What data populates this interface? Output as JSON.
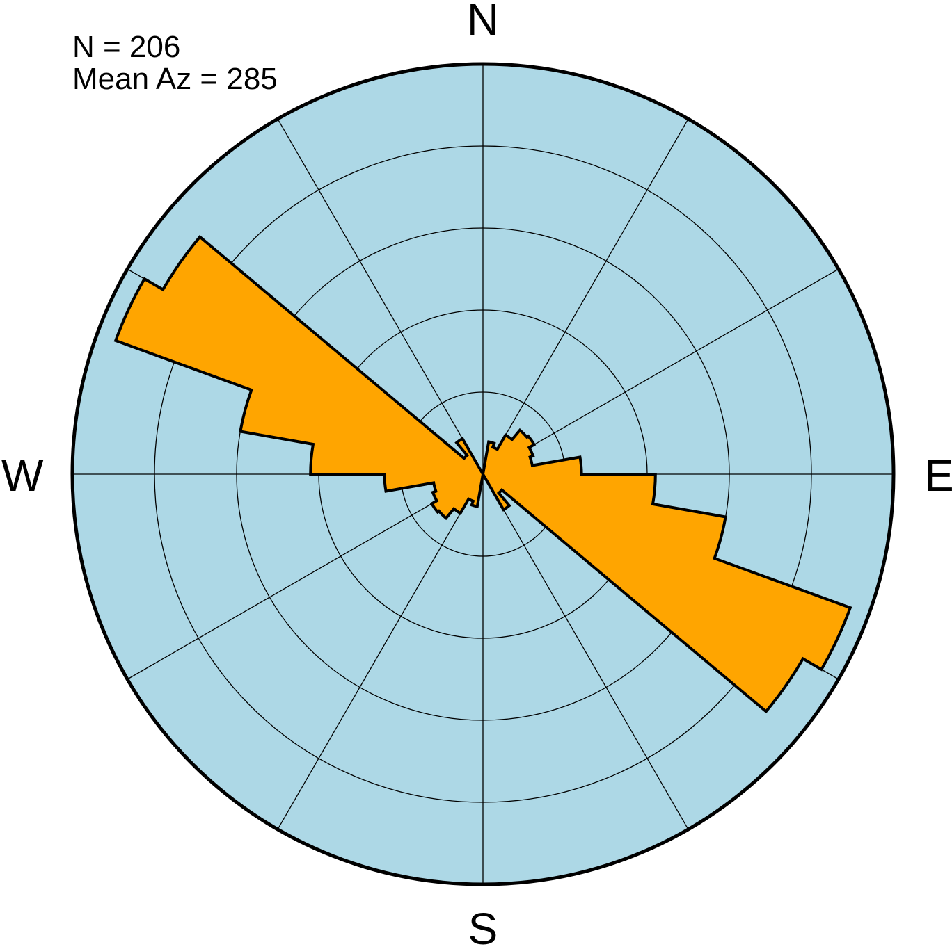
{
  "chart_data": {
    "type": "rose",
    "subtype": "sector-diagram",
    "orientation": "axial",
    "sector_width_deg": 10,
    "stats": {
      "n_label": "N = 206",
      "mean_az_label": "Mean Az = 285"
    },
    "compass": {
      "north": "N",
      "south": "S",
      "east": "E",
      "west": "W"
    },
    "radial_scale": {
      "max": 5,
      "rings": [
        1,
        2,
        3,
        4,
        5
      ]
    },
    "spokes_deg": [
      0,
      30,
      60,
      90,
      120,
      150,
      180,
      210,
      240,
      270,
      300,
      330
    ],
    "bins": [
      {
        "az_start": 0,
        "az_end": 10,
        "length": 0.0
      },
      {
        "az_start": 10,
        "az_end": 20,
        "length": 0.4
      },
      {
        "az_start": 20,
        "az_end": 30,
        "length": 0.35
      },
      {
        "az_start": 30,
        "az_end": 40,
        "length": 0.55
      },
      {
        "az_start": 40,
        "az_end": 50,
        "length": 0.7
      },
      {
        "az_start": 50,
        "az_end": 60,
        "length": 0.72
      },
      {
        "az_start": 60,
        "az_end": 70,
        "length": 0.65
      },
      {
        "az_start": 70,
        "az_end": 80,
        "length": 0.61
      },
      {
        "az_start": 80,
        "az_end": 90,
        "length": 1.2
      },
      {
        "az_start": 90,
        "az_end": 100,
        "length": 2.1
      },
      {
        "az_start": 100,
        "az_end": 110,
        "length": 3.0
      },
      {
        "az_start": 110,
        "az_end": 120,
        "length": 4.76
      },
      {
        "az_start": 120,
        "az_end": 130,
        "length": 4.5
      },
      {
        "az_start": 130,
        "az_end": 140,
        "length": 0.3
      },
      {
        "az_start": 140,
        "az_end": 150,
        "length": 0.5
      },
      {
        "az_start": 150,
        "az_end": 160,
        "length": 0.0
      },
      {
        "az_start": 160,
        "az_end": 170,
        "length": 0.0
      },
      {
        "az_start": 170,
        "az_end": 180,
        "length": 0.0
      }
    ],
    "colors": {
      "background_disc": "#add8e6",
      "petal_fill": "#ffa500",
      "outline": "#000000",
      "grid": "#000000"
    }
  }
}
